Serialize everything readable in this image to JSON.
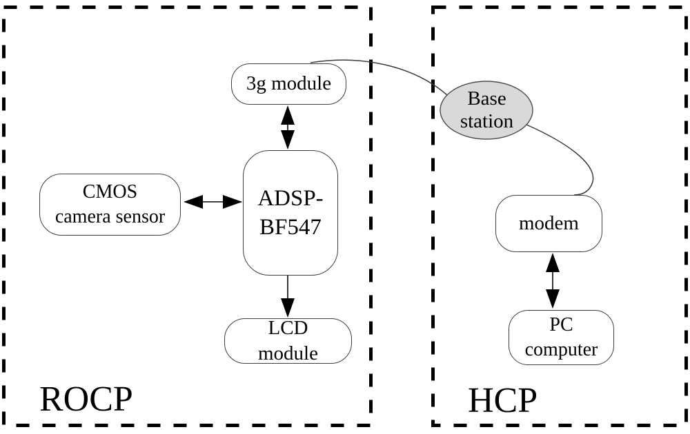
{
  "figure": {
    "groups": [
      {
        "name": "rocp",
        "label": "ROCP"
      },
      {
        "name": "hcp",
        "label": "HCP"
      }
    ],
    "nodes": [
      {
        "name": "3g-module",
        "label": "3g module",
        "shape": "rounded-rect"
      },
      {
        "name": "adsp-bf547",
        "label": "ADSP-\nBF547",
        "shape": "rounded-rect"
      },
      {
        "name": "cmos-camera-sensor",
        "label": "CMOS\ncamera sensor",
        "shape": "rounded-rect"
      },
      {
        "name": "lcd-module",
        "label": "LCD\nmodule",
        "shape": "rounded-rect"
      },
      {
        "name": "base-station",
        "label": "Base\nstation",
        "shape": "ellipse"
      },
      {
        "name": "modem",
        "label": "modem",
        "shape": "rounded-rect"
      },
      {
        "name": "pc-computer",
        "label": "PC\ncomputer",
        "shape": "rounded-rect"
      }
    ],
    "edges": [
      {
        "from": "3g-module",
        "to": "adsp-bf547",
        "type": "double-arrow"
      },
      {
        "from": "cmos-camera-sensor",
        "to": "adsp-bf547",
        "type": "double-arrow"
      },
      {
        "from": "adsp-bf547",
        "to": "lcd-module",
        "type": "single-arrow"
      },
      {
        "from": "3g-module",
        "to": "base-station",
        "type": "curve"
      },
      {
        "from": "base-station",
        "to": "modem",
        "type": "curve"
      },
      {
        "from": "modem",
        "to": "pc-computer",
        "type": "double-arrow"
      }
    ],
    "colors": {
      "background": "#ffffff",
      "node_fill": "#ffffff",
      "node_stroke": "#3d3d3d",
      "ellipse_fill": "#d9d9d9",
      "dashed_border": "#000000",
      "arrow": "#000000",
      "curve": "#3a3a3a",
      "text": "#000000"
    }
  }
}
